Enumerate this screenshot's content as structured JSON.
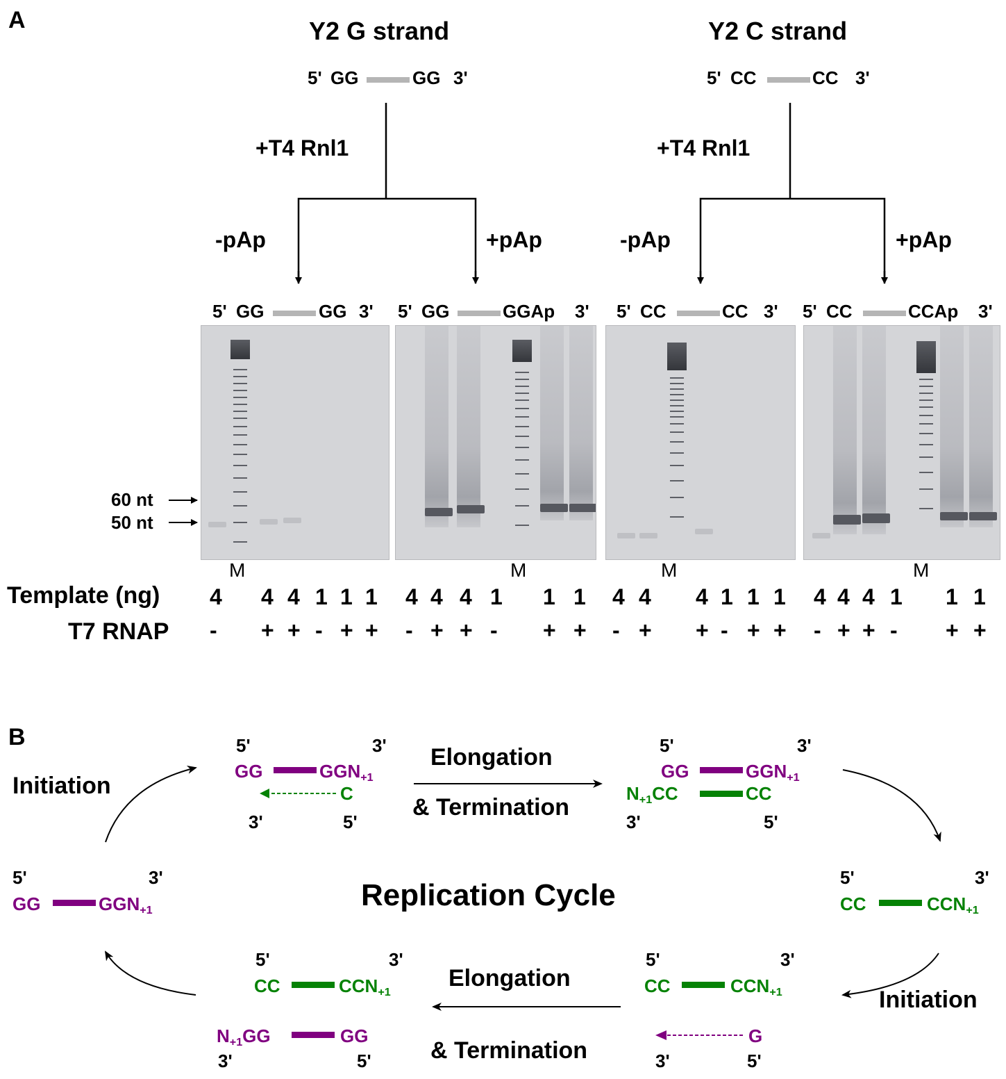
{
  "panel_a": {
    "label": "A",
    "g_strand": {
      "title": "Y2 G strand",
      "seq_5": "5'",
      "seq_left": "GG",
      "seq_right": "GG",
      "seq_3": "3'",
      "enzyme": "+T4 Rnl1",
      "minus_pap": "-pAp",
      "plus_pap": "+pAp"
    },
    "c_strand": {
      "title": "Y2 C strand",
      "seq_5": "5'",
      "seq_left": "CC",
      "seq_right": "CC",
      "seq_3": "3'",
      "enzyme": "+T4 Rnl1",
      "minus_pap": "-pAp",
      "plus_pap": "+pAp"
    },
    "gel_headers": [
      {
        "p5": "5'",
        "left": "GG",
        "right": "GG",
        "p3": "3'"
      },
      {
        "p5": "5'",
        "left": "GG",
        "right": "GGAp",
        "p3": "3'"
      },
      {
        "p5": "5'",
        "left": "CC",
        "right": "CC",
        "p3": "3'"
      },
      {
        "p5": "5'",
        "left": "CC",
        "right": "CCAp",
        "p3": "3'"
      }
    ],
    "markers": {
      "m60": "60 nt",
      "m50": "50 nt"
    },
    "marker_lane_label": "M",
    "template_label": "Template (ng)",
    "rnap_label": "T7 RNAP",
    "template_values": [
      "4",
      "4",
      "4",
      "1",
      "1",
      "1",
      "4",
      "4",
      "4",
      "1",
      "1",
      "1",
      "4",
      "4",
      "4",
      "1",
      "1",
      "1",
      "4",
      "4",
      "4",
      "1",
      "1",
      "1"
    ],
    "rnap_values": [
      "-",
      "+",
      "+",
      "-",
      "+",
      "+",
      "-",
      "+",
      "+",
      "-",
      "+",
      "+",
      "-",
      "+",
      "+",
      "-",
      "+",
      "+",
      "-",
      "+",
      "+",
      "-",
      "+",
      "+"
    ]
  },
  "panel_b": {
    "label": "B",
    "center": "Replication Cycle",
    "initiation": "Initiation",
    "elongation": "Elongation",
    "termination": "& Termination",
    "p5": "5'",
    "p3": "3'",
    "gg": "GG",
    "ggn": "GGN",
    "cc": "CC",
    "ccn": "CCN",
    "n1cc": "N",
    "n1gg": "N",
    "sub": "+1",
    "c": "C",
    "g": "G",
    "colors": {
      "g_strand": "#800080",
      "c_strand": "#058205"
    }
  }
}
